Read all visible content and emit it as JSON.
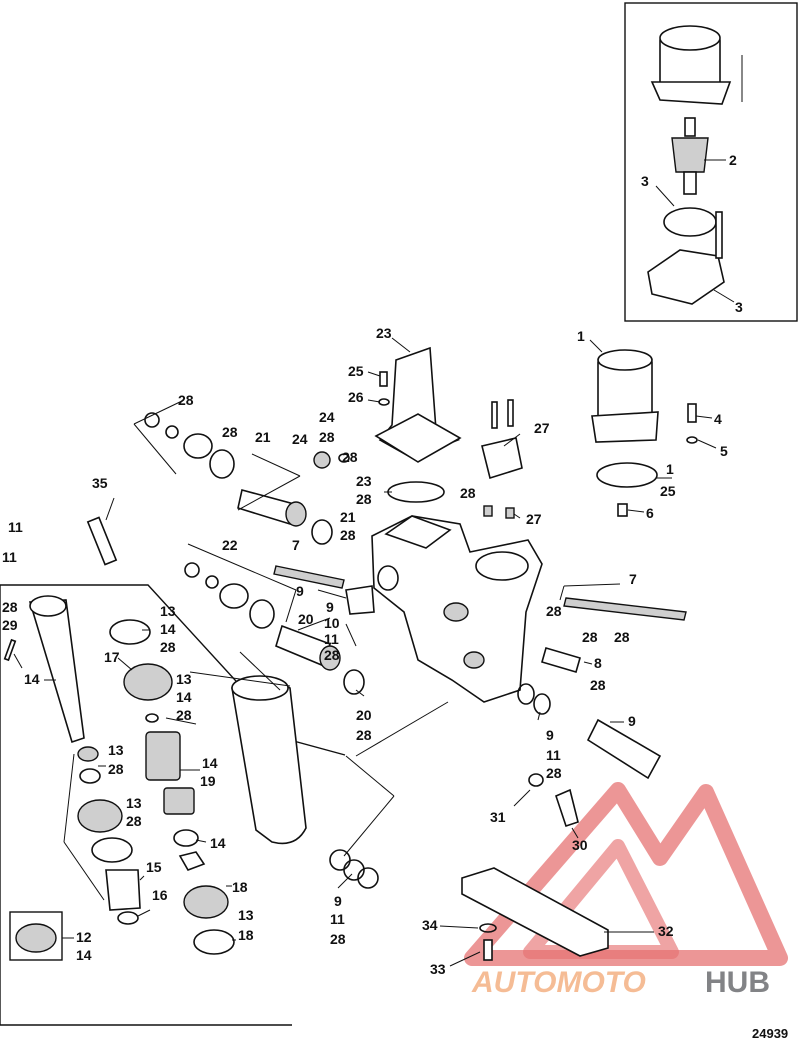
{
  "diagram": {
    "figure_number": "24939",
    "callouts": [
      {
        "id": "c-2",
        "text": "2"
      },
      {
        "id": "c-3a",
        "text": "3"
      },
      {
        "id": "c-3b",
        "text": "3"
      },
      {
        "id": "c-1a",
        "text": "1"
      },
      {
        "id": "c-4",
        "text": "4"
      },
      {
        "id": "c-5",
        "text": "5"
      },
      {
        "id": "c-1b",
        "text": "1"
      },
      {
        "id": "c-25a",
        "text": "25"
      },
      {
        "id": "c-6",
        "text": "6"
      },
      {
        "id": "c-23a",
        "text": "23"
      },
      {
        "id": "c-25b",
        "text": "25"
      },
      {
        "id": "c-26",
        "text": "26"
      },
      {
        "id": "c-28a",
        "text": "28"
      },
      {
        "id": "c-28b",
        "text": "28"
      },
      {
        "id": "c-21a",
        "text": "21"
      },
      {
        "id": "c-24a",
        "text": "24"
      },
      {
        "id": "c-28c",
        "text": "28"
      },
      {
        "id": "c-24b",
        "text": "24"
      },
      {
        "id": "c-28d",
        "text": "28"
      },
      {
        "id": "c-27a",
        "text": "27"
      },
      {
        "id": "c-23b",
        "text": "23"
      },
      {
        "id": "c-28e",
        "text": "28"
      },
      {
        "id": "c-28f",
        "text": "28"
      },
      {
        "id": "c-27b",
        "text": "27"
      },
      {
        "id": "c-21b",
        "text": "21"
      },
      {
        "id": "c-28g",
        "text": "28"
      },
      {
        "id": "c-35",
        "text": "35"
      },
      {
        "id": "c-22",
        "text": "22"
      },
      {
        "id": "c-7a",
        "text": "7"
      },
      {
        "id": "c-7b",
        "text": "7"
      },
      {
        "id": "c-9a",
        "text": "9"
      },
      {
        "id": "c-11a",
        "text": "11"
      },
      {
        "id": "c-28h",
        "text": "28"
      },
      {
        "id": "c-29",
        "text": "29"
      },
      {
        "id": "c-13a",
        "text": "13"
      },
      {
        "id": "c-14a",
        "text": "14"
      },
      {
        "id": "c-28i",
        "text": "28"
      },
      {
        "id": "c-28j",
        "text": "28"
      },
      {
        "id": "c-28k",
        "text": "28"
      },
      {
        "id": "c-28l",
        "text": "28"
      },
      {
        "id": "c-20a",
        "text": "20"
      },
      {
        "id": "c-9b",
        "text": "9"
      },
      {
        "id": "c-10",
        "text": "10"
      },
      {
        "id": "c-11b",
        "text": "11"
      },
      {
        "id": "c-28m",
        "text": "28"
      },
      {
        "id": "c-8",
        "text": "8"
      },
      {
        "id": "c-28n",
        "text": "28"
      },
      {
        "id": "c-17",
        "text": "17"
      },
      {
        "id": "c-13b",
        "text": "13"
      },
      {
        "id": "c-14b",
        "text": "14"
      },
      {
        "id": "c-28o",
        "text": "28"
      },
      {
        "id": "c-14c",
        "text": "14"
      },
      {
        "id": "c-20b",
        "text": "20"
      },
      {
        "id": "c-28p",
        "text": "28"
      },
      {
        "id": "c-9c",
        "text": "9"
      },
      {
        "id": "c-9d",
        "text": "9"
      },
      {
        "id": "c-11c",
        "text": "11"
      },
      {
        "id": "c-28q",
        "text": "28"
      },
      {
        "id": "c-13c",
        "text": "13"
      },
      {
        "id": "c-28r",
        "text": "28"
      },
      {
        "id": "c-14d",
        "text": "14"
      },
      {
        "id": "c-19",
        "text": "19"
      },
      {
        "id": "c-13d",
        "text": "13"
      },
      {
        "id": "c-28s",
        "text": "28"
      },
      {
        "id": "c-31",
        "text": "31"
      },
      {
        "id": "c-30",
        "text": "30"
      },
      {
        "id": "c-14e",
        "text": "14"
      },
      {
        "id": "c-15",
        "text": "15"
      },
      {
        "id": "c-18a",
        "text": "18"
      },
      {
        "id": "c-16",
        "text": "16"
      },
      {
        "id": "c-9e",
        "text": "9"
      },
      {
        "id": "c-11d",
        "text": "11"
      },
      {
        "id": "c-28t",
        "text": "28"
      },
      {
        "id": "c-13e",
        "text": "13"
      },
      {
        "id": "c-18b",
        "text": "18"
      },
      {
        "id": "c-12",
        "text": "12"
      },
      {
        "id": "c-14f",
        "text": "14"
      },
      {
        "id": "c-34",
        "text": "34"
      },
      {
        "id": "c-32",
        "text": "32"
      },
      {
        "id": "c-33",
        "text": "33"
      },
      {
        "id": "c-11e",
        "text": "11"
      }
    ]
  },
  "watermark": {
    "brand_part_1": "AUTOMOTO",
    "brand_part_2": "HUB",
    "color_primary": "#e25b5b",
    "color_secondary": "#6d6e71",
    "color_accent": "#f4b183"
  }
}
